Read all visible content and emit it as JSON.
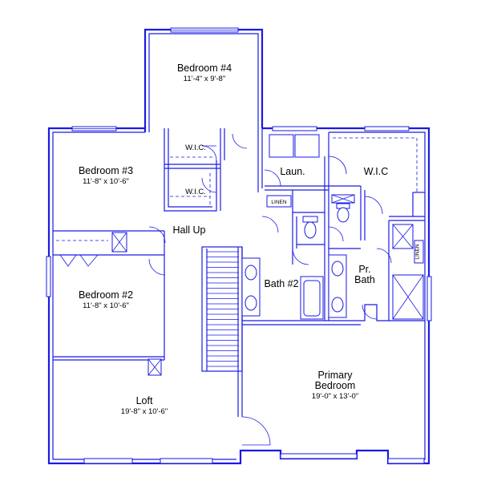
{
  "rooms": {
    "bedroom4": {
      "name": "Bedroom #4",
      "dims": "11'-4\" x 9'-8\""
    },
    "bedroom3": {
      "name": "Bedroom #3",
      "dims": "11'-8\" x 10'-6\""
    },
    "bedroom2": {
      "name": "Bedroom #2",
      "dims": "11'-8\" x 10'-6\""
    },
    "loft": {
      "name": "Loft",
      "dims": "19'-8\" x 10'-6\""
    },
    "primary": {
      "name_line1": "Primary",
      "name_line2": "Bedroom",
      "dims": "19'-0\" x 13'-0\""
    },
    "hall": {
      "name": "Hall Up"
    },
    "laundry": {
      "name": "Laun."
    },
    "wic_primary": {
      "name": "W.I.C"
    },
    "wic_upper": {
      "name": "W.I.C."
    },
    "wic_lower": {
      "name": "W.I.C."
    },
    "bath2": {
      "name": "Bath #2"
    },
    "prbath": {
      "name_line1": "Pr.",
      "name_line2": "Bath"
    }
  },
  "labels": {
    "linen_1": "LINEN",
    "linen_2": "LINEN"
  }
}
